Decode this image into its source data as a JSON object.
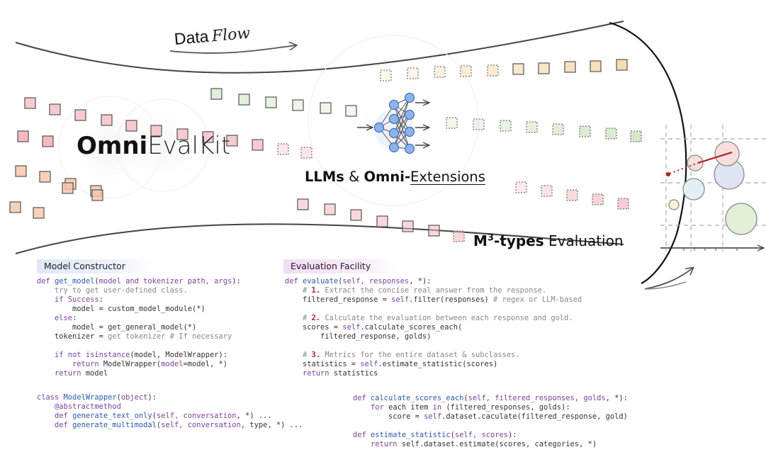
{
  "labels": {
    "data_flow": {
      "bold": "Data",
      "rest": "Flow"
    },
    "omnievalkit": {
      "bold": "Omni",
      "rest": "EvalKit"
    },
    "llms": {
      "part1": "LLMs",
      "part2": " & ",
      "part3": "Omni-",
      "part4": "Extensions"
    },
    "m3": {
      "base": "M",
      "sup": "3",
      "bold_rest": "-types",
      "rest": " Evaluation"
    }
  },
  "model_constructor": {
    "title": "Model Constructor",
    "lines": [
      [
        {
          "t": "def ",
          "c": "kw"
        },
        {
          "t": "get_model",
          "c": "fn"
        },
        {
          "t": "(",
          "c": ""
        },
        {
          "t": "model and tokenizer path, args",
          "c": "kw"
        },
        {
          "t": "):",
          "c": ""
        }
      ],
      [
        {
          "t": "    try to get user-defined class.",
          "c": "cm"
        }
      ],
      [
        {
          "t": "    ",
          "c": ""
        },
        {
          "t": "if Success",
          "c": "kw"
        },
        {
          "t": ":",
          "c": ""
        }
      ],
      [
        {
          "t": "        model = custom_model_module(*)",
          "c": ""
        }
      ],
      [
        {
          "t": "    ",
          "c": ""
        },
        {
          "t": "else",
          "c": "kw"
        },
        {
          "t": ":",
          "c": ""
        }
      ],
      [
        {
          "t": "        model = get_general_model(*)",
          "c": ""
        }
      ],
      [
        {
          "t": "    tokenizer = ",
          "c": ""
        },
        {
          "t": "get tokenizer # If necessary",
          "c": "cm"
        }
      ],
      [
        {
          "t": "",
          "c": ""
        }
      ],
      [
        {
          "t": "    ",
          "c": ""
        },
        {
          "t": "if not isinstance",
          "c": "kw"
        },
        {
          "t": "(model, ModelWrapper):",
          "c": ""
        }
      ],
      [
        {
          "t": "        ",
          "c": ""
        },
        {
          "t": "return",
          "c": "kw"
        },
        {
          "t": " ModelWrapper(",
          "c": ""
        },
        {
          "t": "model",
          "c": "kw"
        },
        {
          "t": "=model, *)",
          "c": ""
        }
      ],
      [
        {
          "t": "    ",
          "c": ""
        },
        {
          "t": "return",
          "c": "kw"
        },
        {
          "t": " model",
          "c": ""
        }
      ]
    ]
  },
  "model_wrapper": {
    "lines": [
      [
        {
          "t": "class ",
          "c": "kw"
        },
        {
          "t": "ModelWrapper",
          "c": "fn"
        },
        {
          "t": "(",
          "c": ""
        },
        {
          "t": "object",
          "c": "kw"
        },
        {
          "t": "):",
          "c": ""
        }
      ],
      [
        {
          "t": "    @abstractmethod",
          "c": "kw"
        }
      ],
      [
        {
          "t": "    ",
          "c": ""
        },
        {
          "t": "def ",
          "c": "kw"
        },
        {
          "t": "generate_text_only",
          "c": "fn"
        },
        {
          "t": "(",
          "c": ""
        },
        {
          "t": "self, conversation",
          "c": "kw"
        },
        {
          "t": ", *) ...",
          "c": ""
        }
      ],
      [
        {
          "t": "    ",
          "c": ""
        },
        {
          "t": "def ",
          "c": "kw"
        },
        {
          "t": "generate_multimodal",
          "c": "fn"
        },
        {
          "t": "(",
          "c": ""
        },
        {
          "t": "self, conversation",
          "c": "kw"
        },
        {
          "t": ", type, *) ...",
          "c": ""
        }
      ]
    ]
  },
  "evaluation_facility": {
    "title": "Evaluation Facility",
    "lines": [
      [
        {
          "t": "def ",
          "c": "kw"
        },
        {
          "t": "evaluate",
          "c": "fn"
        },
        {
          "t": "(",
          "c": ""
        },
        {
          "t": "self, responses",
          "c": "kw"
        },
        {
          "t": ", *):",
          "c": ""
        }
      ],
      [
        {
          "t": "    # ",
          "c": "cm"
        },
        {
          "t": "1.",
          "c": "num"
        },
        {
          "t": " Extract the concise real answer from the response.",
          "c": "cm"
        }
      ],
      [
        {
          "t": "    filtered_response = ",
          "c": ""
        },
        {
          "t": "self",
          "c": "kw"
        },
        {
          "t": ".filter(responses) ",
          "c": ""
        },
        {
          "t": "# regex or LLM-based",
          "c": "cm"
        }
      ],
      [
        {
          "t": "",
          "c": ""
        }
      ],
      [
        {
          "t": "    # ",
          "c": "cm"
        },
        {
          "t": "2.",
          "c": "num"
        },
        {
          "t": " Calculate the evaluation between each response and gold.",
          "c": "cm"
        }
      ],
      [
        {
          "t": "    scores = ",
          "c": ""
        },
        {
          "t": "self",
          "c": "kw"
        },
        {
          "t": ".calculate_scores_each(",
          "c": ""
        }
      ],
      [
        {
          "t": "        filtered_response, golds)",
          "c": ""
        }
      ],
      [
        {
          "t": "",
          "c": ""
        }
      ],
      [
        {
          "t": "    # ",
          "c": "cm"
        },
        {
          "t": "3.",
          "c": "num"
        },
        {
          "t": " Metrics for the entire dataset & subclasses.",
          "c": "cm"
        }
      ],
      [
        {
          "t": "    statistics = ",
          "c": ""
        },
        {
          "t": "self",
          "c": "kw"
        },
        {
          "t": ".estimate_statistic(scores)",
          "c": ""
        }
      ],
      [
        {
          "t": "    ",
          "c": ""
        },
        {
          "t": "return",
          "c": "kw"
        },
        {
          "t": " statistics",
          "c": ""
        }
      ]
    ]
  },
  "helper_functions": {
    "lines": [
      [
        {
          "t": "def ",
          "c": "kw"
        },
        {
          "t": "calculate_scores_each",
          "c": "fn"
        },
        {
          "t": "(",
          "c": ""
        },
        {
          "t": "self, filtered_responses, golds",
          "c": "kw"
        },
        {
          "t": ", *):",
          "c": ""
        }
      ],
      [
        {
          "t": "    ",
          "c": ""
        },
        {
          "t": "for",
          "c": "kw"
        },
        {
          "t": " each item ",
          "c": ""
        },
        {
          "t": "in",
          "c": "kw"
        },
        {
          "t": " (filtered_responses, golds):",
          "c": ""
        }
      ],
      [
        {
          "t": "        score = ",
          "c": ""
        },
        {
          "t": "self",
          "c": "kw"
        },
        {
          "t": ".dataset.caculate(filtered_response, gold)",
          "c": ""
        }
      ],
      [
        {
          "t": "",
          "c": ""
        }
      ],
      [
        {
          "t": "def ",
          "c": "kw"
        },
        {
          "t": "estimate_statistic",
          "c": "fn"
        },
        {
          "t": "(",
          "c": ""
        },
        {
          "t": "self, scores",
          "c": "kw"
        },
        {
          "t": "):",
          "c": ""
        }
      ],
      [
        {
          "t": "    ",
          "c": ""
        },
        {
          "t": "return",
          "c": "kw"
        },
        {
          "t": " self.dataset.estimate(scores, categories, *)",
          "c": ""
        }
      ]
    ]
  },
  "colors": {
    "tracks": [
      "#f4b8c0",
      "#f7c4a8",
      "#c8dfb8",
      "#f4d6a0",
      "#cfd6ea"
    ],
    "red_line": "#b31d1d",
    "node": "#8db3ea",
    "node_stroke": "#3f6fbf"
  }
}
